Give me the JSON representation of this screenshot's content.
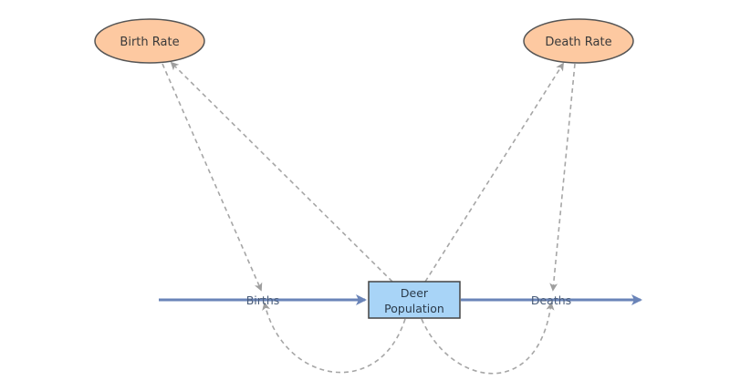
{
  "diagram": {
    "variables": {
      "birth_rate": "Birth Rate",
      "death_rate": "Death Rate"
    },
    "stock": {
      "line1": "Deer",
      "line2": "Population"
    },
    "flows": {
      "births": "Births",
      "deaths": "Deaths"
    },
    "colors": {
      "variable_fill": "#fdc9a1",
      "variable_stroke": "#555555",
      "stock_fill": "#a8d4f7",
      "stock_stroke": "#444444",
      "flow": "#6a84b8",
      "link": "#a6a6a6"
    }
  }
}
